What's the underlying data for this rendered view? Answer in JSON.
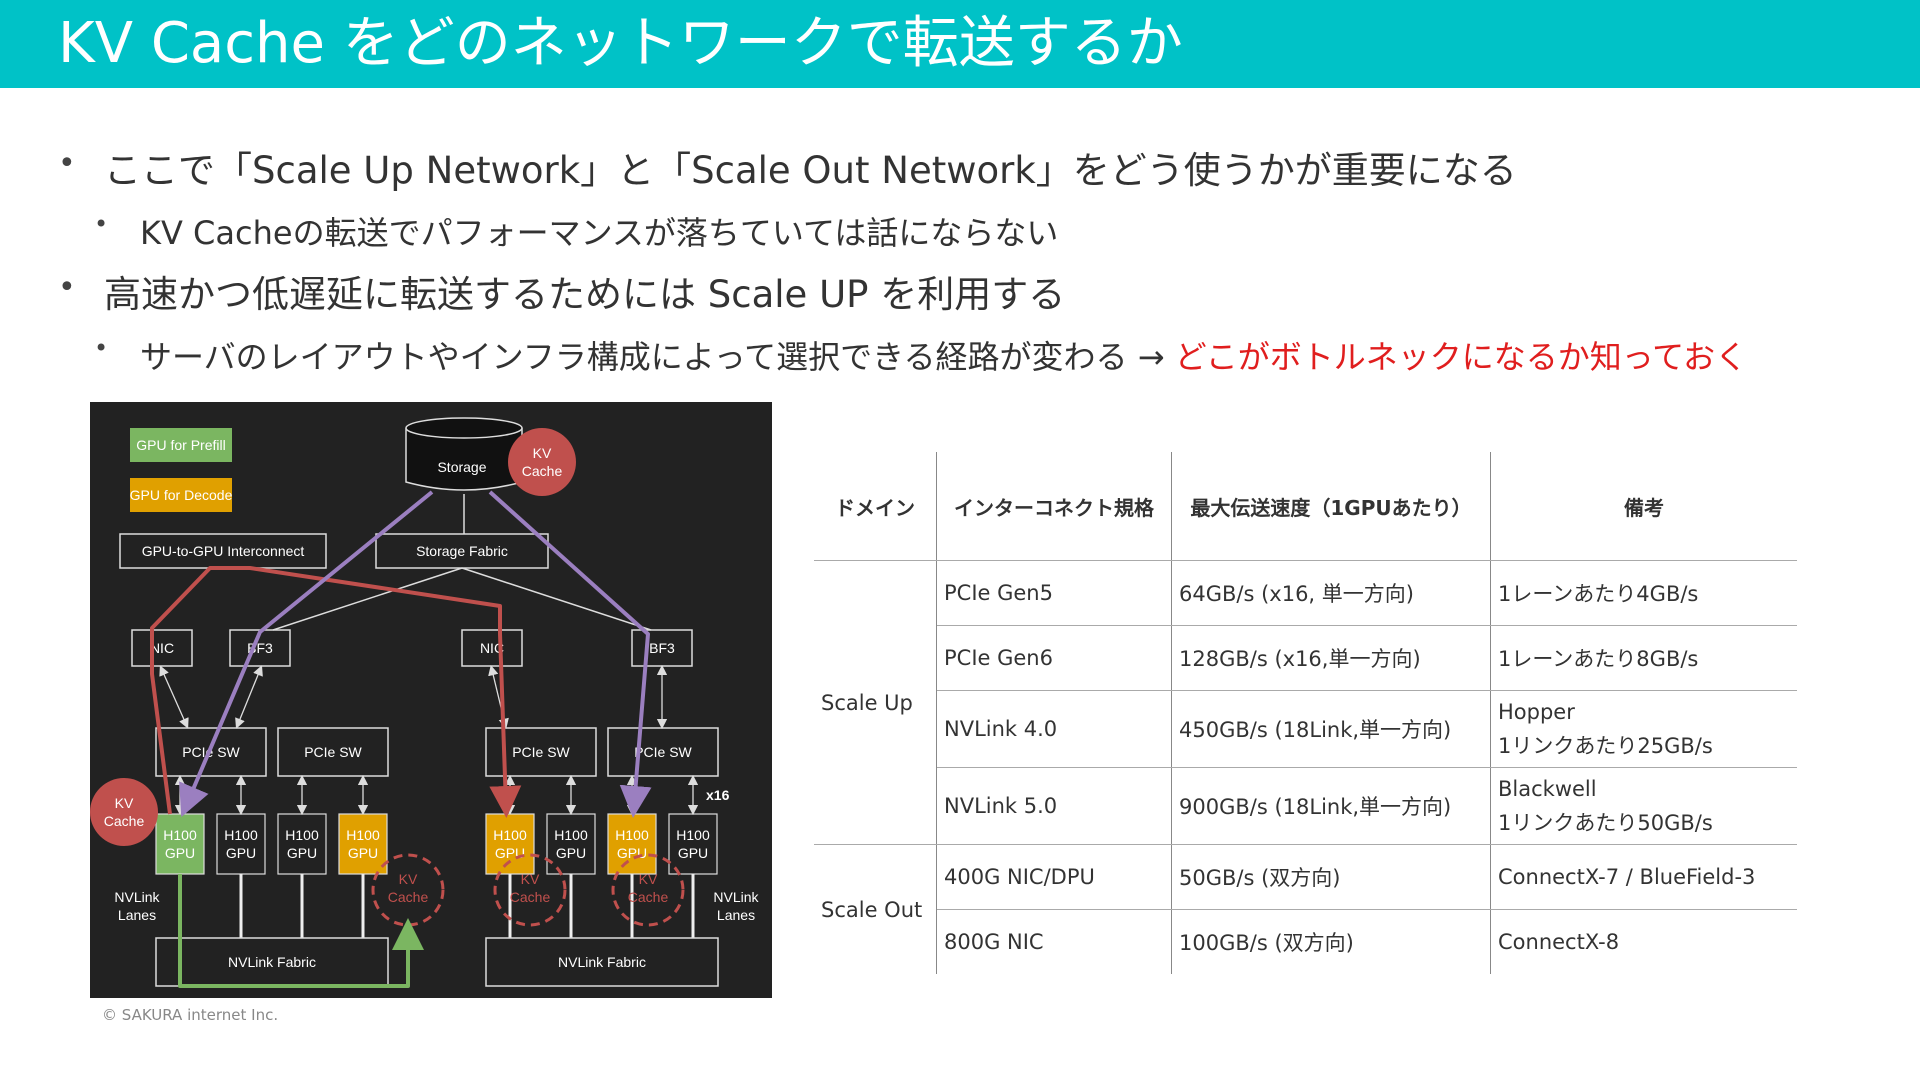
{
  "title": "KV Cache をどのネットワークで転送するか",
  "bullets": {
    "b1": "ここで「Scale Up Network」と「Scale Out Network」をどう使うかが重要になる",
    "b1_sub": "KV Cacheの転送でパフォーマンスが落ちていては話にならない",
    "b2": "高速かつ低遅延に転送するためには Scale UP を利用する",
    "b2_sub_prefix": "サーバのレイアウトやインフラ構成によって選択できる経路が変わる →",
    "b2_sub_highlight": "どこがボトルネックになるか知っておく"
  },
  "diagram": {
    "legend_prefill": "GPU for Prefill",
    "legend_decode": "GPU for Decode",
    "storage": "Storage",
    "kv": "KV",
    "cache": "Cache",
    "interconnect": "GPU-to-GPU Interconnect",
    "storage_fabric": "Storage Fabric",
    "nic": "NIC",
    "bf3": "BF3",
    "pcie_sw": "PCIe SW",
    "h100": "H100",
    "gpu": "GPU",
    "x16": "x16",
    "nvlink": "NVLink",
    "lanes": "Lanes",
    "nvlink_fabric": "NVLink Fabric",
    "colors": {
      "prefill": "#7bb661",
      "decode": "#e0a000",
      "red_path": "#c0504d",
      "purple_path": "#9b7fc0",
      "green_path": "#7bb661"
    }
  },
  "copyright": "© SAKURA internet Inc.",
  "table": {
    "headers": [
      "ドメイン",
      "インターコネクト規格",
      "最大伝送速度（1GPUあたり）",
      "備考"
    ],
    "scale_up": "Scale Up",
    "scale_out": "Scale Out",
    "rows": [
      {
        "std": "PCIe Gen5",
        "speed": "64GB/s (x16, 単一方向)",
        "note1": "1レーンあたり4GB/s",
        "note2": ""
      },
      {
        "std": "PCIe Gen6",
        "speed": "128GB/s (x16,単一方向)",
        "note1": "1レーンあたり8GB/s",
        "note2": ""
      },
      {
        "std": "NVLink 4.0",
        "speed": "450GB/s (18Link,単一方向)",
        "note1": "Hopper",
        "note2": "1リンクあたり25GB/s"
      },
      {
        "std": "NVLink 5.0",
        "speed": "900GB/s (18Link,単一方向)",
        "note1": "Blackwell",
        "note2": "1リンクあたり50GB/s"
      },
      {
        "std": "400G NIC/DPU",
        "speed": "50GB/s (双方向)",
        "note1": "ConnectX-7 / BlueField-3",
        "note2": ""
      },
      {
        "std": "800G NIC",
        "speed": "100GB/s (双方向)",
        "note1": "ConnectX-8",
        "note2": ""
      }
    ]
  }
}
